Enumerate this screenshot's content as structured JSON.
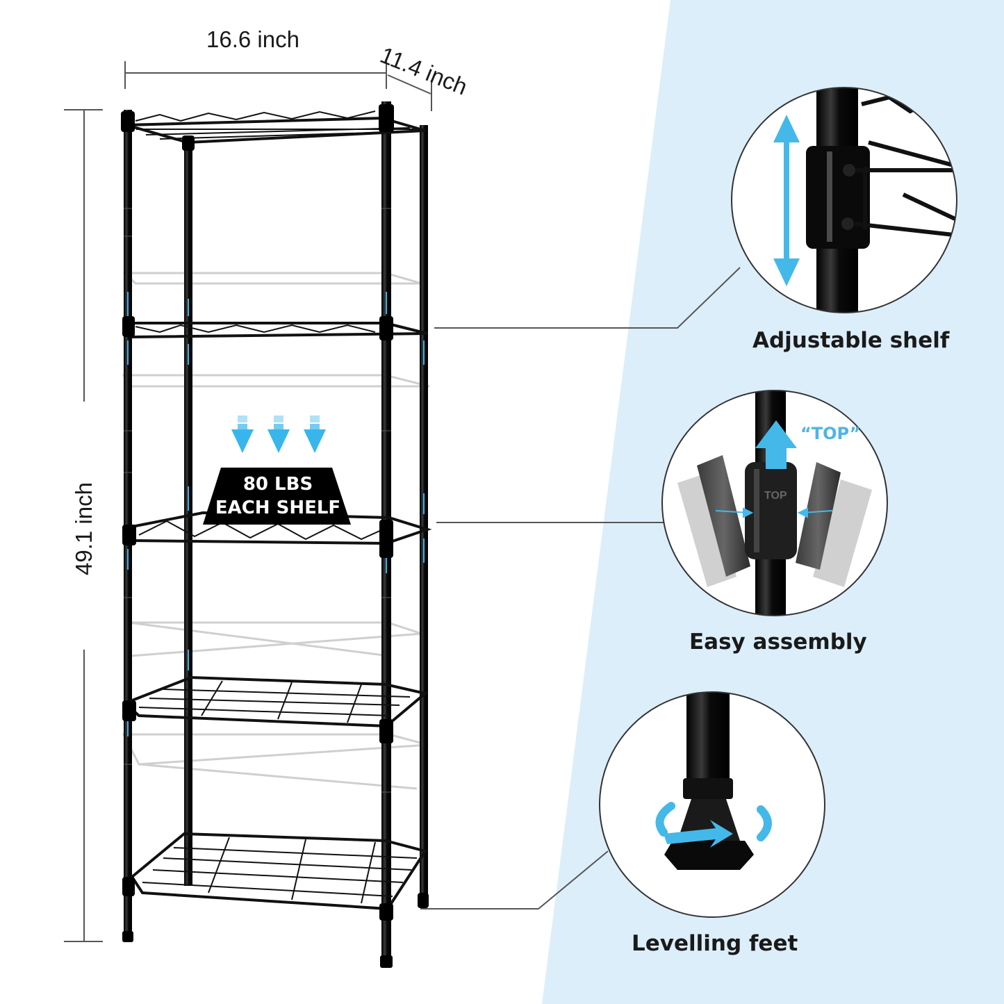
{
  "dimensions": {
    "width": "16.6 inch",
    "depth": "11.4 inch",
    "height": "49.1 inch"
  },
  "load_badge": {
    "line1": "80 LBS",
    "line2": "EACH SHELF"
  },
  "features": [
    {
      "label": "Adjustable shelf",
      "icon": "adjustable-shelf-icon"
    },
    {
      "label": "Easy assembly",
      "icon": "easy-assembly-icon",
      "callout": "“TOP”",
      "engraving": "TOP"
    },
    {
      "label": "Levelling feet",
      "icon": "levelling-feet-icon"
    }
  ],
  "colors": {
    "background_panel": "#dceefa",
    "frame": "#0a0a0a",
    "accent": "#38b6ec",
    "callout_text": "#4fb4e6"
  }
}
